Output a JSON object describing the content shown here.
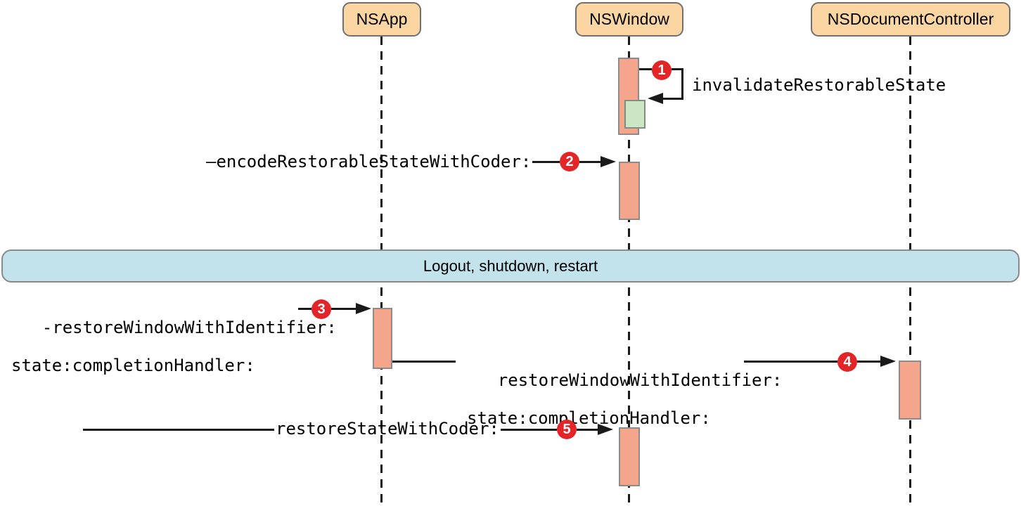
{
  "diagram": {
    "title": "State restoration sequence diagram",
    "actors": [
      {
        "id": "nsapp",
        "label": "NSApp"
      },
      {
        "id": "nswindow",
        "label": "NSWindow"
      },
      {
        "id": "nsdocumentcontroller",
        "label": "NSDocumentController"
      }
    ],
    "band": {
      "label": "Logout, shutdown, restart"
    },
    "messages": {
      "m1": {
        "badge": "1",
        "label": "invalidateRestorableState",
        "from": "NSWindow",
        "to": "NSWindow"
      },
      "m2": {
        "badge": "2",
        "label": "—encodeRestorableStateWithCoder:",
        "to": "NSWindow"
      },
      "m3": {
        "badge": "3",
        "label_line1": "-restoreWindowWithIdentifier:",
        "label_line2": "state:completionHandler:",
        "to": "NSApp"
      },
      "m4": {
        "badge": "4",
        "label_line1": "restoreWindowWithIdentifier:",
        "label_line2": "state:completionHandler:",
        "from": "NSApp",
        "to": "NSDocumentController"
      },
      "m5": {
        "badge": "5",
        "label": "restoreStateWithCoder:",
        "to": "NSWindow"
      }
    },
    "colors": {
      "actor_fill": "#fbd5a2",
      "activation_fill": "#f4a58c",
      "highlight_fill": "#cbe5c5",
      "band_fill": "#c2e2ec",
      "badge_fill": "#e32528",
      "line": "#1a1a1a"
    }
  }
}
